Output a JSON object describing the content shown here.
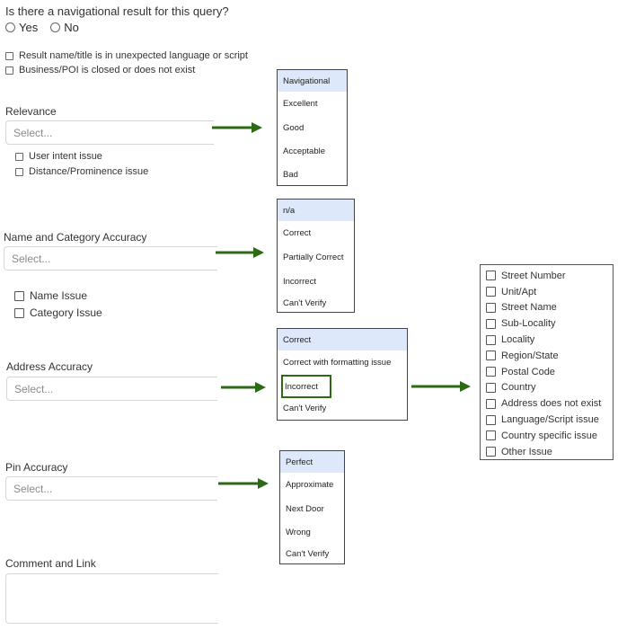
{
  "navigational": {
    "question": "Is there a navigational result for this query?",
    "options": [
      "Yes",
      "No"
    ]
  },
  "flags": [
    "Result name/title is in unexpected language or script",
    "Business/POI is closed or does not exist"
  ],
  "relevance": {
    "label": "Relevance",
    "placeholder": "Select...",
    "sub_issues": [
      "User intent issue",
      "Distance/Prominence issue"
    ],
    "options": [
      "Navigational",
      "Excellent",
      "Good",
      "Acceptable",
      "Bad"
    ],
    "highlighted": "Navigational"
  },
  "name_category": {
    "label": "Name and Category Accuracy",
    "placeholder": "Select...",
    "sub_issues": [
      "Name Issue",
      "Category Issue"
    ],
    "options": [
      "n/a",
      "Correct",
      "Partially Correct",
      "Incorrect",
      "Can't Verify"
    ],
    "highlighted": "n/a"
  },
  "address": {
    "label": "Address Accuracy",
    "placeholder": "Select...",
    "options": [
      "Correct",
      "Correct with formatting issue",
      "Incorrect",
      "Can't Verify"
    ],
    "highlighted": "Correct",
    "boxed": "Incorrect",
    "issue_list": [
      "Street Number",
      "Unit/Apt",
      "Street Name",
      "Sub-Locality",
      "Locality",
      "Region/State",
      "Postal Code",
      "Country",
      "Address does not exist",
      "Language/Script issue",
      "Country specific issue",
      "Other Issue"
    ]
  },
  "pin": {
    "label": "Pin Accuracy",
    "placeholder": "Select...",
    "options": [
      "Perfect",
      "Approximate",
      "Next Door",
      "Wrong",
      "Can't Verify"
    ],
    "highlighted": "Perfect"
  },
  "comment": {
    "label": "Comment and Link",
    "value": ""
  },
  "colors": {
    "arrow": "#2c6a15",
    "highlight": "#dde8fb",
    "text": "#333333",
    "placeholder": "#8a8a8a"
  }
}
